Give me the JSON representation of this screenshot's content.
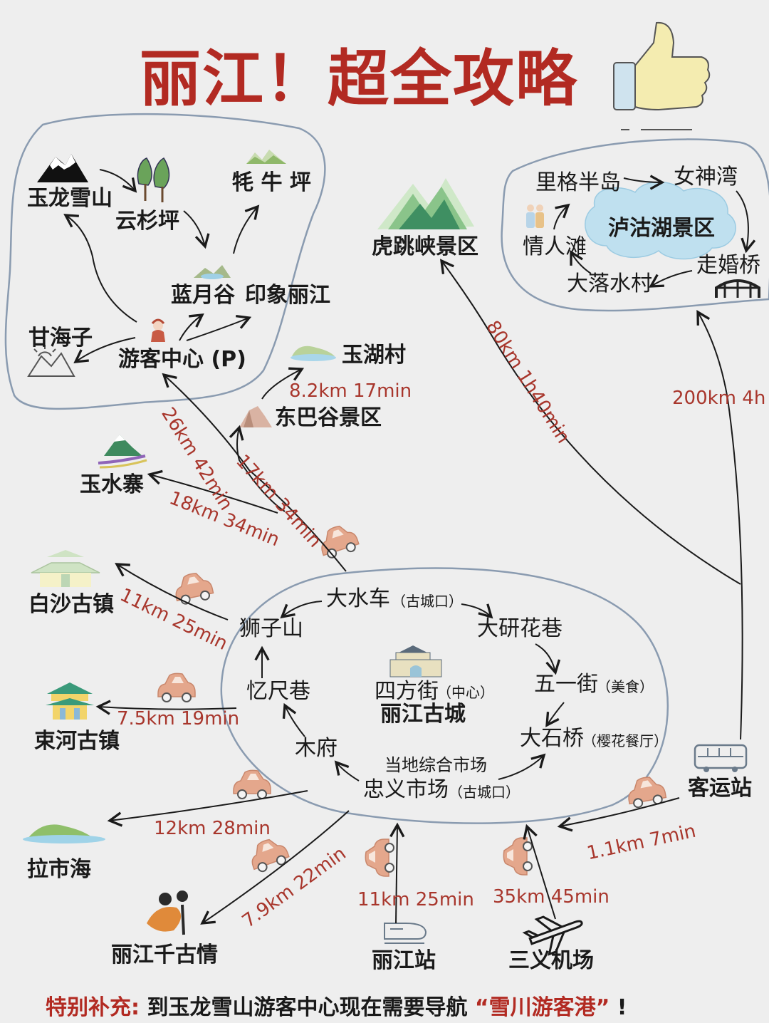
{
  "title": "丽江！超全攻略",
  "yulong_zone": {
    "yulong_snow_mountain": "玉龙雪山",
    "yunshanping": "云杉坪",
    "maoniuping": "牦 牛 坪",
    "lanyuegu": "蓝月谷",
    "yinxiang_lijiang": "印象丽江",
    "ganhaizi": "甘海子",
    "visitor_center": "游客中心 (P)"
  },
  "lugu_zone": {
    "ligebandao": "里格半岛",
    "nvshenwan": "女神湾",
    "lake_name": "泸沽湖景区",
    "qingrentan": "情人滩",
    "zouhunqiao": "走婚桥",
    "daluoshuicun": "大落水村"
  },
  "old_town": {
    "dashuiche": "大水车",
    "dashuiche_note": "（古城口）",
    "shizishan": "狮子山",
    "dayanhuaxiang": "大研花巷",
    "yichixiang": "忆尺巷",
    "sifangjie": "四方街",
    "sifangjie_note": "（中心）",
    "old_town_name": "丽江古城",
    "wuyijie": "五一街",
    "wuyijie_note": "（美食）",
    "mufu": "木府",
    "dashiqiao": "大石桥",
    "dashiqiao_note": "（樱花餐厅）",
    "local_market": "当地综合市场",
    "zhongyi_market": "忠义市场",
    "zhongyi_note": "（古城口）"
  },
  "places": {
    "hutiaoxia": "虎跳峡景区",
    "yuhucun": "玉湖村",
    "dongbagu": "东巴谷景区",
    "yushuizhai": "玉水寨",
    "baisha": "白沙古镇",
    "shuhe": "束河古镇",
    "lashihai": "拉市海",
    "qianguqing": "丽江千古情",
    "lijiang_station": "丽江站",
    "sanyi_airport": "三义机场",
    "bus_station": "客运站"
  },
  "routes": {
    "hutiaoxia": "80km 1h40min",
    "lugu": "200km 4h",
    "yuhucun": "8.2km 17min",
    "visitor_center": "26km 42min",
    "dongbagu": "17km 34min",
    "yushuizhai": "18km 34min",
    "baisha": "11km 25min",
    "shuhe": "7.5km 19min",
    "lashihai": "12km 28min",
    "qianguqing": "7.9km 22min",
    "station": "11km 25min",
    "airport": "35km 45min",
    "bus_station": "1.1km 7min"
  },
  "footer": {
    "label": "特别补充:",
    "text": "到玉龙雪山游客中心现在需要导航",
    "highlight": "“雪川游客港”",
    "end": "!"
  },
  "colors": {
    "title_red": "#b22a22",
    "route_red": "#a8362c",
    "zone_outline": "#8a9bb0",
    "lake_blue": "#bfe0ef",
    "car": "#e4a78c"
  },
  "icons": [
    "thumbs-up-icon",
    "snow-mountain-icon",
    "fir-trees-icon",
    "grassland-icon",
    "valley-icon",
    "tourist-icon",
    "sun-mountain-icon",
    "green-mountains-icon",
    "people-icon",
    "bridge-icon",
    "lake-icon",
    "rock-icon",
    "waterfall-mountain-icon",
    "pagoda-icon",
    "town-gate-icon",
    "city-gate-icon",
    "lake-island-icon",
    "dancer-icon",
    "train-icon",
    "airplane-icon",
    "bus-icon",
    "car-icon"
  ]
}
